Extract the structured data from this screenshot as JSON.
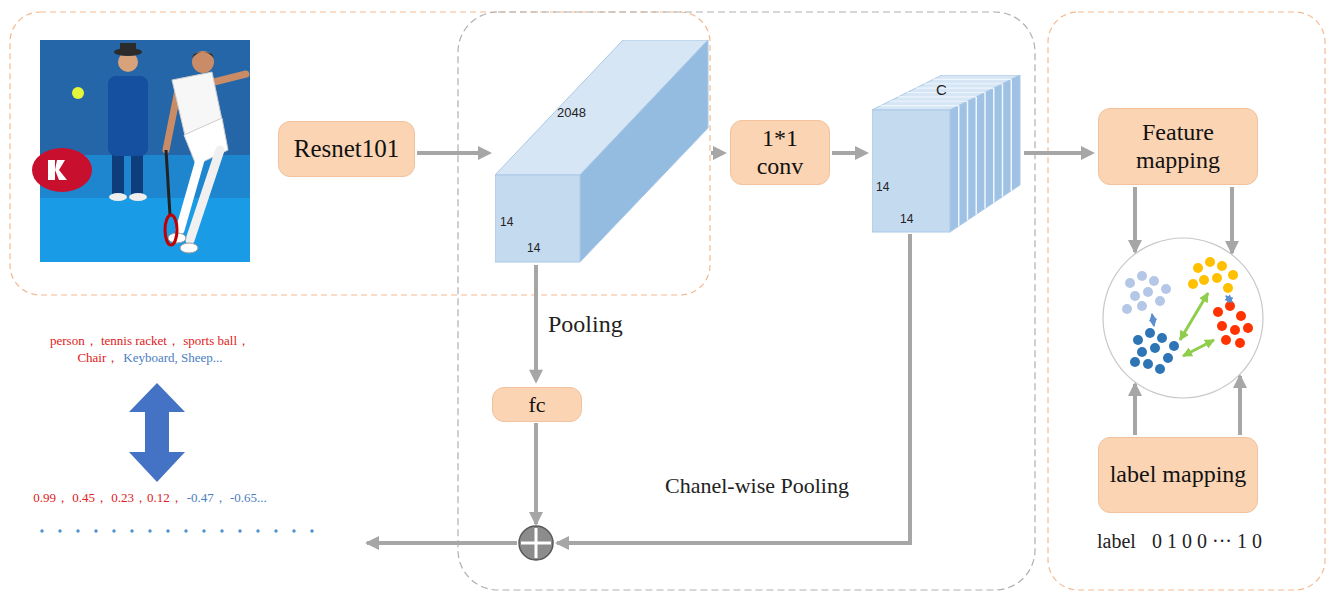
{
  "diagram": {
    "nodes": [
      {
        "text": [
          "Resnet101"
        ]
      },
      {
        "text": [
          "2048",
          "14",
          "14"
        ]
      },
      {
        "text": [
          "1*1 conv"
        ]
      },
      {
        "text": [
          "C",
          "14",
          "14"
        ]
      },
      {
        "text": [
          "Feature mapping"
        ]
      },
      {
        "text": [
          "label mapping"
        ]
      },
      {
        "text": [
          "fc"
        ]
      }
    ],
    "edges": [
      {
        "from": 0,
        "to": 1,
        "arrow": "to"
      },
      {
        "from": 1,
        "to": 2,
        "arrow": "to"
      },
      {
        "from": 2,
        "to": 3,
        "arrow": "to"
      },
      {
        "from": 3,
        "to": 4,
        "arrow": "to"
      },
      {
        "from": 1,
        "to": 6,
        "label": "Pooling",
        "arrow": "to"
      }
    ],
    "labels": [
      "person， tennis racket， sports ball，",
      "Chair，",
      "Keyboard, Sheep...",
      "0.99， 0.45， 0.23，0.12，",
      "-0.47， -0.65...",
      "Chanel-wise Pooling",
      "label",
      "0 1 0 0 ··· 1 0"
    ]
  }
}
